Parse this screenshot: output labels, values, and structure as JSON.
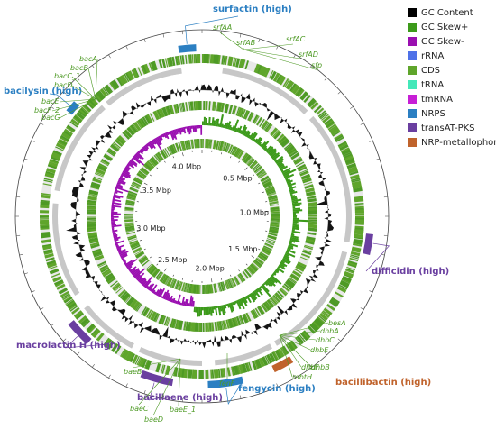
{
  "colors": {
    "gc_content": "#000000",
    "gc_skew_pos": "#3c9a1a",
    "gc_skew_neg": "#9a0fb0",
    "rrna": "#4e71e8",
    "cds": "#5fa52b",
    "trna": "#43e8b9",
    "tmrna": "#c71fd6",
    "nrps": "#2b7fc2",
    "transat_pks": "#6a3fa0",
    "nrp_metallophore": "#c0632c",
    "ring_gray": "#c7c7c7",
    "cds_dark": "#4e9a25",
    "label_nrps": "#2b7fc2",
    "label_pks": "#6a3fa0",
    "label_metallophore": "#c0632c",
    "gene_label": "#4e9a25"
  },
  "legend": [
    {
      "label": "GC Content",
      "color": "#000000"
    },
    {
      "label": "GC Skew+",
      "color": "#3c9a1a"
    },
    {
      "label": "GC Skew-",
      "color": "#9a0fb0"
    },
    {
      "label": "rRNA",
      "color": "#4e71e8"
    },
    {
      "label": "CDS",
      "color": "#5fa52b"
    },
    {
      "label": "tRNA",
      "color": "#43e8b9"
    },
    {
      "label": "tmRNA",
      "color": "#c71fd6"
    },
    {
      "label": "NRPS",
      "color": "#2b7fc2"
    },
    {
      "label": "transAT-PKS",
      "color": "#6a3fa0"
    },
    {
      "label": "NRP-metallophore",
      "color": "#c0632c"
    }
  ],
  "scale_labels": [
    {
      "text": "0.5 Mbp",
      "value": 0.5
    },
    {
      "text": "1.0 Mbp",
      "value": 1.0
    },
    {
      "text": "1.5 Mbp",
      "value": 1.5
    },
    {
      "text": "2.0 Mbp",
      "value": 2.0
    },
    {
      "text": "2.5 Mbp",
      "value": 2.5
    },
    {
      "text": "3.0 Mbp",
      "value": 3.0
    },
    {
      "text": "3.5 Mbp",
      "value": 3.5
    },
    {
      "text": "4.0 Mbp",
      "value": 4.0
    }
  ],
  "genome_length_mbp": 4.2,
  "clusters": [
    {
      "name": "surfactin (high)",
      "type": "nrps"
    },
    {
      "name": "bacilysin (high)",
      "type": "nrps"
    },
    {
      "name": "difficidin (high)",
      "type": "transat_pks"
    },
    {
      "name": "macrolactin H (high)",
      "type": "transat_pks"
    },
    {
      "name": "bacillaene (high)",
      "type": "transat_pks"
    },
    {
      "name": "fengycin (high)",
      "type": "nrps"
    },
    {
      "name": "bacillibactin (high)",
      "type": "nrp_metallophore"
    }
  ],
  "gene_labels": [
    "srfAA",
    "srfAB",
    "srfAC",
    "srfAD",
    "sfp",
    "bacA",
    "bacB",
    "bacC_1",
    "bacD",
    "bacE",
    "bacF_2",
    "bacG",
    "besA",
    "dhbA",
    "dhbC",
    "dhbE",
    "dhbB",
    "dhbF",
    "mbtH",
    "fenF",
    "baeB",
    "baeC",
    "baeE_1",
    "baeD"
  ]
}
